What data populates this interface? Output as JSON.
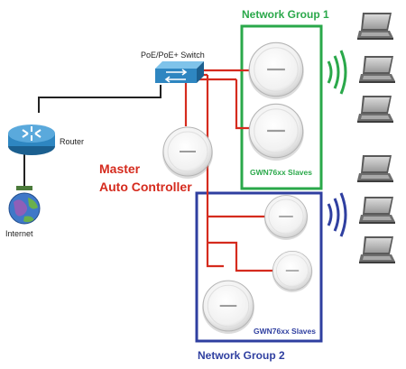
{
  "diagram": {
    "switch_label": "PoE/PoE+ Switch",
    "router_label": "Router",
    "internet_label": "Internet",
    "master_line1": "Master",
    "master_line2": "Auto Controller",
    "group1": {
      "title": "Network Group 1",
      "slaves": "GWN76xx Slaves"
    },
    "group2": {
      "title": "Network Group 2",
      "slaves": "GWN76xx Slaves"
    }
  },
  "colors": {
    "cable_black": "#222222",
    "cable_red": "#d52b1e",
    "group1": "#2aa84a",
    "group2": "#2f3fa0",
    "device_blue": "#2e86c1"
  }
}
